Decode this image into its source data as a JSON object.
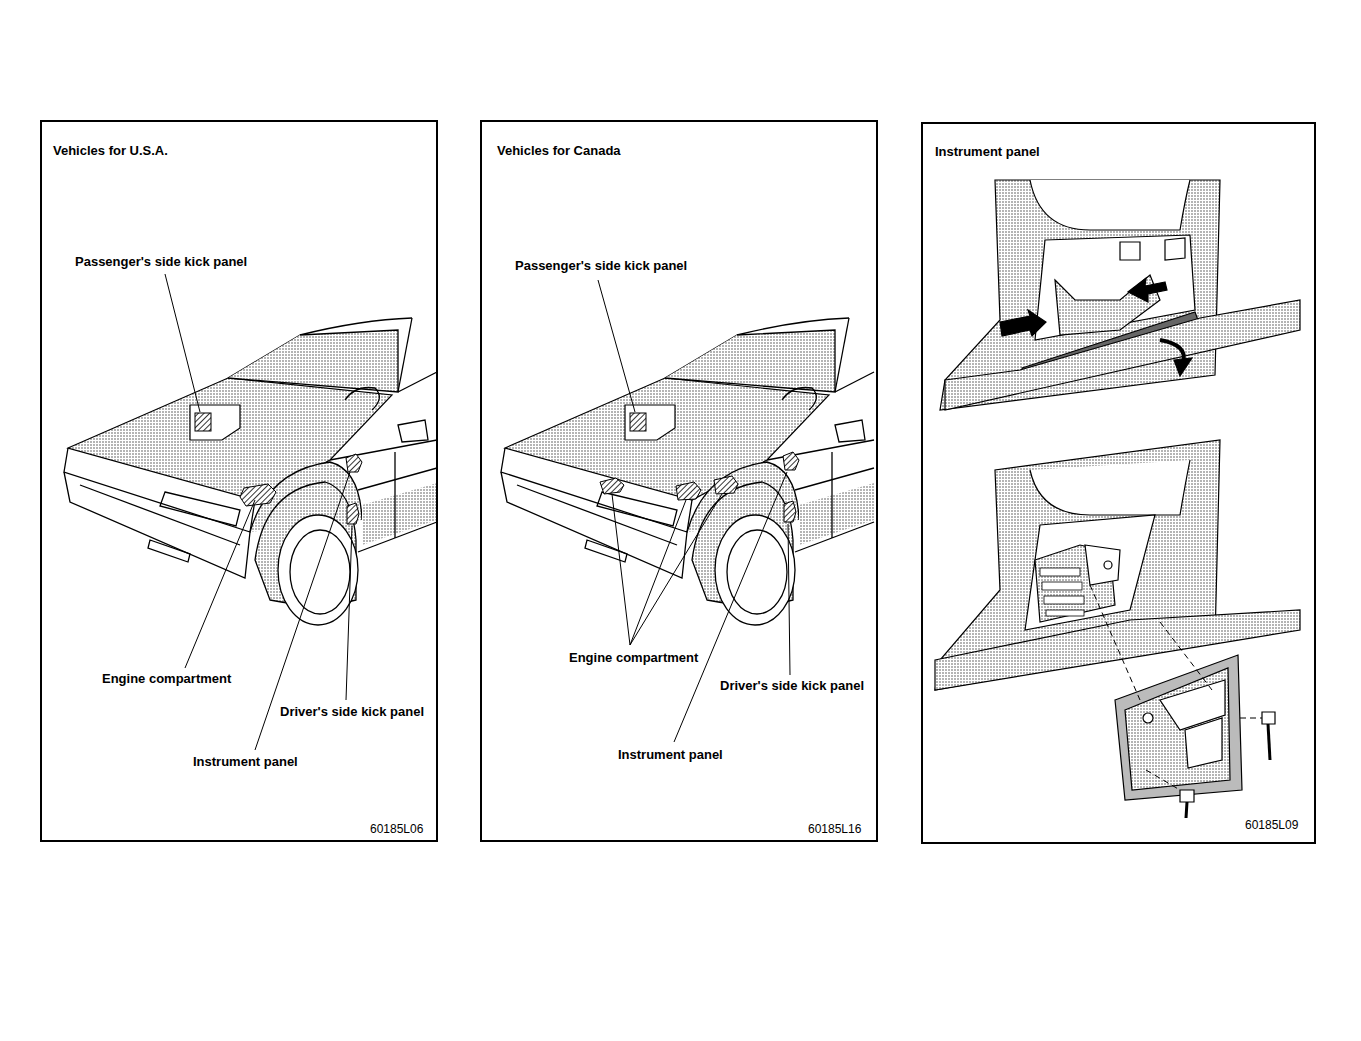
{
  "diagram": {
    "nodes": [
      {
        "text": [
          "Vehicles for U.S.A."
        ]
      },
      {
        "text": [
          "Vehicles for Canada"
        ]
      },
      {
        "text": [
          "Instrument panel"
        ]
      }
    ],
    "labels": [
      "Passenger's side kick panel",
      "Engine compartment",
      "Driver's side kick panel",
      "Instrument panel",
      "60185L06",
      "Passenger's side kick panel",
      "Engine compartment",
      "Driver's side kick panel",
      "Instrument panel",
      "60185L16",
      "60185L09"
    ]
  }
}
